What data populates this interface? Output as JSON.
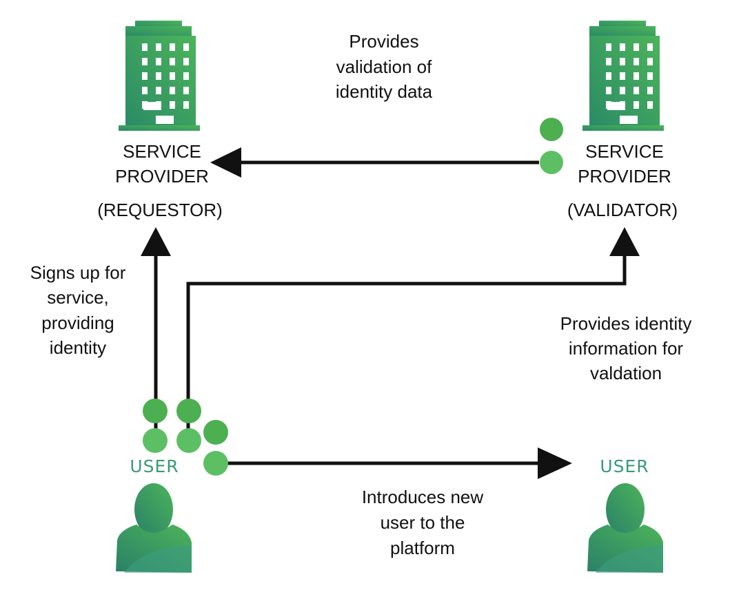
{
  "colors": {
    "dark_green": "#4caf50",
    "light_green": "#5dbf63",
    "label_green": "#3a9a78",
    "arrow": "#111111"
  },
  "nodes": {
    "requestor": {
      "line1": "SERVICE",
      "line2": "PROVIDER",
      "line3": "(REQUESTOR)",
      "icon": "building-icon"
    },
    "validator": {
      "line1": "SERVICE",
      "line2": "PROVIDER",
      "line3": "(VALIDATOR)",
      "icon": "building-icon"
    },
    "user": {
      "label": "USER",
      "icon": "user-icon"
    },
    "new_user": {
      "label": "USER",
      "icon": "user-icon"
    }
  },
  "edges": {
    "validation": [
      "Provides",
      "validation of",
      "identity data"
    ],
    "signup": [
      "Signs up for",
      "service,",
      "providing",
      "identity"
    ],
    "identity_info": [
      "Provides identity",
      "information for",
      "valdation"
    ],
    "introduce": [
      "Introduces new",
      "user to the",
      "platform"
    ]
  }
}
